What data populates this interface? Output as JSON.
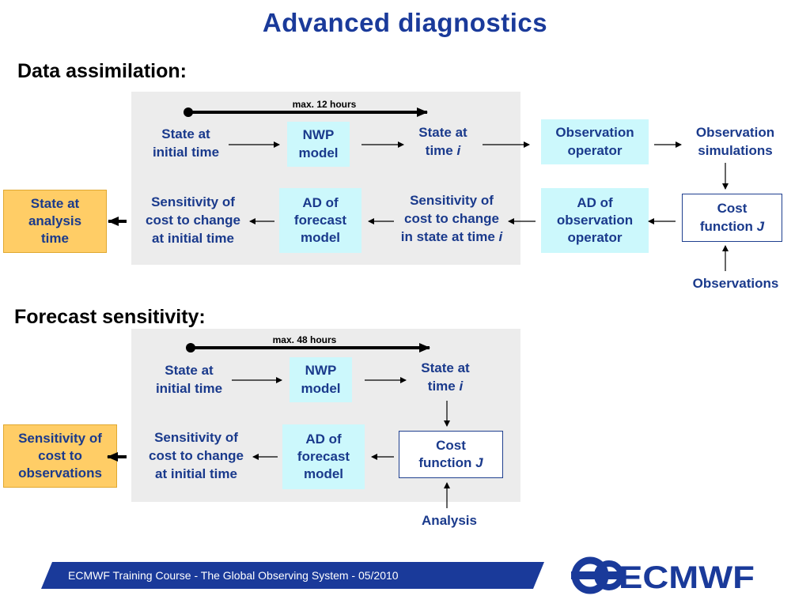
{
  "title": "Advanced diagnostics",
  "data_assimilation": {
    "heading": "Data assimilation:",
    "max_label": "max. 12 hours",
    "state_initial": "State at\ninitial time",
    "nwp_model": "NWP\nmodel",
    "state_time_prefix": "State at\ntime ",
    "state_time_var": "i",
    "obs_operator": "Observation\noperator",
    "obs_simulations": "Observation\nsimulations",
    "state_analysis": "State at\nanalysis\ntime",
    "sens_initial": "Sensitivity of\ncost to change\nat initial time",
    "ad_forecast": "AD of\nforecast\nmodel",
    "sens_state_prefix": "Sensitivity of\ncost to change\nin state at time ",
    "sens_state_var": "i",
    "ad_obs_operator": "AD of\nobservation\noperator",
    "cost_prefix": "Cost\nfunction ",
    "cost_var": "J",
    "observations": "Observations"
  },
  "forecast_sensitivity": {
    "heading": "Forecast sensitivity:",
    "max_label": "max. 48 hours",
    "state_initial": "State at\ninitial time",
    "nwp_model": "NWP\nmodel",
    "state_time_prefix": "State at\ntime ",
    "state_time_var": "i",
    "sens_obs": "Sensitivity of\ncost to\nobservations",
    "sens_initial": "Sensitivity of\ncost to change\nat initial time",
    "ad_forecast": "AD of\nforecast\nmodel",
    "cost_prefix": "Cost\nfunction ",
    "cost_var": "J",
    "analysis": "Analysis"
  },
  "footer": {
    "text": "ECMWF Training Course - The Global Observing System - 05/2010",
    "logo_text": "ECMWF"
  },
  "colors": {
    "title_blue": "#1a3a9a",
    "box_cyan": "#ccf8fc",
    "box_orange": "#ffcd66",
    "panel_gray": "#ececec"
  }
}
